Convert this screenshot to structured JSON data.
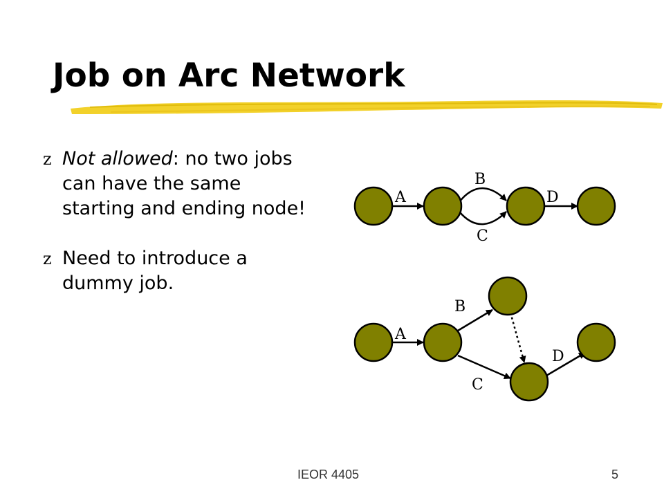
{
  "slide": {
    "title": "Job on Arc Network",
    "bullet_glyph": "z",
    "bullets": [
      {
        "emphasis": "Not allowed",
        "text": ": no two jobs can have the same starting and ending node!"
      },
      {
        "emphasis": "",
        "text": "Need to introduce a dummy job."
      }
    ],
    "footer_left": "IEOR 4405",
    "footer_right": "5"
  },
  "colors": {
    "node_fill": "#808000",
    "title_underline": "#f2d12a"
  },
  "diagrams": {
    "not_allowed": {
      "labels": {
        "a": "A",
        "b": "B",
        "c": "C",
        "d": "D"
      }
    },
    "with_dummy": {
      "labels": {
        "a": "A",
        "b": "B",
        "c": "C",
        "d": "D"
      }
    }
  }
}
